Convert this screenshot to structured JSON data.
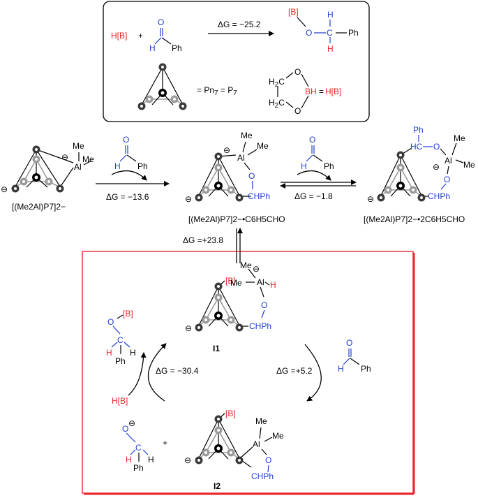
{
  "inset": {
    "reaction": {
      "reactant_hb": "H[B]",
      "plus": "+",
      "aldehyde_O": "O",
      "aldehyde_H": "H",
      "aldehyde_Ph": "Ph",
      "dg": "ΔG = −25.2",
      "product_B": "[B]",
      "product_O": "O",
      "product_C": "C",
      "product_H_top": "H",
      "product_H_bot": "H",
      "product_Ph": "Ph"
    },
    "legend_pn7": "= Pn",
    "legend_pn7_sub": "7",
    "legend_p7": " = P",
    "legend_p7_sub": "7",
    "pinacol": {
      "o_top": "O",
      "o_bot": "O",
      "h2c_top": "H",
      "h2c_top_sub": "2",
      "h2c_top_c": "C",
      "h2c_bot": "H",
      "h2c_bot_sub": "2",
      "h2c_bot_c": "C",
      "bh": "BH",
      "eq": "=",
      "hb": "H[B]"
    }
  },
  "row1": {
    "compound1_label": "[(Me2Al)P7]2−",
    "me_a": "Me",
    "me_b": "Me",
    "al": "Al",
    "step1_dg": "ΔG = −13.6",
    "compound2_label": "[(Me2Al)P7]2−•C6H5CHO",
    "c2_me_a": "Me",
    "c2_me_b": "Me",
    "c2_al": "Al",
    "c2_o": "O",
    "c2_chph": "CHPh",
    "step2_dg": "ΔG = −1.8",
    "compound3_label": "[(Me2Al)P7]2−•2C6H5CHO",
    "c3_ph": "Ph",
    "c3_h": "H",
    "c3_c": "C",
    "c3_o1": "O",
    "c3_me_a": "Me",
    "c3_me_b": "Me",
    "c3_al": "Al",
    "c3_o2": "O",
    "c3_chph": "CHPh",
    "aldehyde_O": "O",
    "aldehyde_H": "H",
    "aldehyde_Ph": "Ph",
    "down_dg": "ΔG =+23.8"
  },
  "cycle": {
    "i1_label": "I1",
    "i1_b": "[B]",
    "i1_me_a": "Me",
    "i1_me_b": "Me",
    "i1_al": "Al",
    "i1_h": "H",
    "i1_o": "O",
    "i1_chph": "CHPh",
    "i2_label": "I2",
    "i2_b": "[B]",
    "i2_me_a": "Me",
    "i2_me_b": "Me",
    "i2_al": "Al",
    "i2_o": "O",
    "i2_chph": "CHPh",
    "right_dg": "ΔG =+5.2",
    "left_dg": "ΔG = −30.4",
    "left_hb": "H[B]",
    "prod_b": "[B]",
    "prod_o": "O",
    "prod_c": "C",
    "prod_h1": "H",
    "prod_h2": "H",
    "prod_ph": "Ph",
    "alk_o": "O",
    "alk_c": "C",
    "alk_h1": "H",
    "alk_h2": "H",
    "alk_ph": "Ph",
    "plus": "+",
    "ald_o": "O",
    "ald_h": "H",
    "ald_ph": "Ph"
  },
  "colors": {
    "red": "#e8262b",
    "blue": "#1f3fd0",
    "frame_red": "#e8262b"
  },
  "charges": "⊖"
}
